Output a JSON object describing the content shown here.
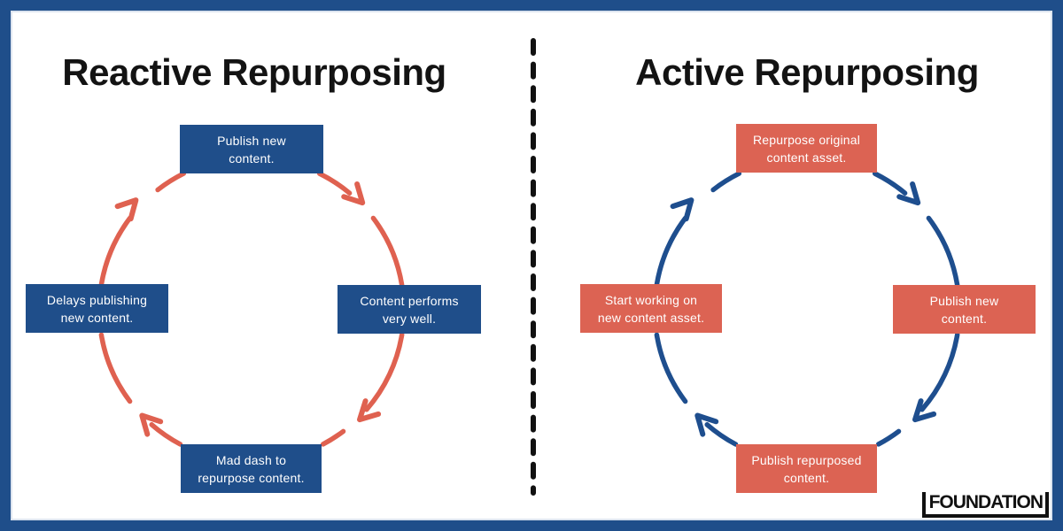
{
  "colors": {
    "frame_blue": "#1F4E8A",
    "divider_black": "#111111",
    "title_black": "#131313",
    "text_white": "#FFFFFF"
  },
  "diagrams": [
    {
      "id": "reactive",
      "title": "Reactive Repurposing",
      "box_color": "#1F4E8A",
      "arrow_color": "#DF6150",
      "steps": {
        "top": [
          "Publish new",
          "content."
        ],
        "right": [
          "Content performs",
          "very well."
        ],
        "bottom": [
          "Mad dash to",
          "repurpose content."
        ],
        "left": [
          "Delays publishing",
          "new content."
        ]
      }
    },
    {
      "id": "active",
      "title": "Active Repurposing",
      "box_color": "#DC6353",
      "arrow_color": "#1E4E8E",
      "steps": {
        "top": [
          "Repurpose original",
          "content asset."
        ],
        "right": [
          "Publish new",
          "content."
        ],
        "bottom": [
          "Publish repurposed",
          "content."
        ],
        "left": [
          "Start working on",
          "new content asset."
        ]
      }
    }
  ],
  "logo": {
    "text": "FOUNDATION"
  }
}
